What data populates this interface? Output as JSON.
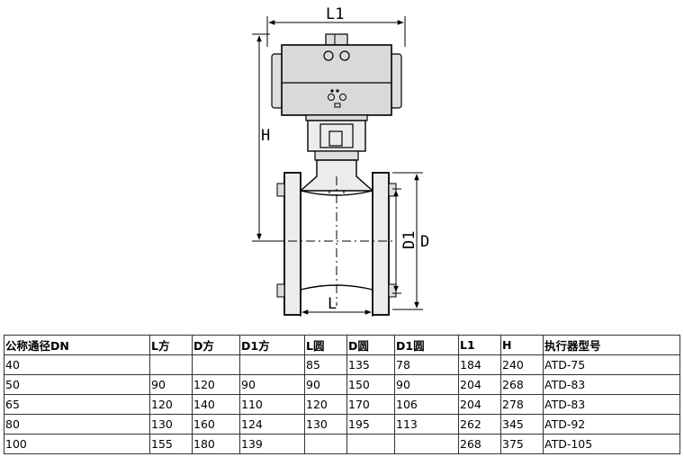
{
  "drawing": {
    "labels": {
      "l1": "L1",
      "h": "H",
      "d1": "D1",
      "d": "D",
      "l": "L"
    }
  },
  "table": {
    "headers": [
      "公称通径DN",
      "L方",
      "D方",
      "D1方",
      "L圆",
      "D圆",
      "D1圆",
      "L1",
      "H",
      "执行器型号"
    ],
    "rows": [
      [
        "40",
        "",
        "",
        "",
        "85",
        "135",
        "78",
        "184",
        "240",
        "ATD-75"
      ],
      [
        "50",
        "90",
        "120",
        "90",
        "90",
        "150",
        "90",
        "204",
        "268",
        "ATD-83"
      ],
      [
        "65",
        "120",
        "140",
        "110",
        "120",
        "170",
        "106",
        "204",
        "278",
        "ATD-83"
      ],
      [
        "80",
        "130",
        "160",
        "124",
        "130",
        "195",
        "113",
        "262",
        "345",
        "ATD-92"
      ],
      [
        "100",
        "155",
        "180",
        "139",
        "",
        "",
        "",
        "268",
        "375",
        "ATD-105"
      ]
    ]
  }
}
